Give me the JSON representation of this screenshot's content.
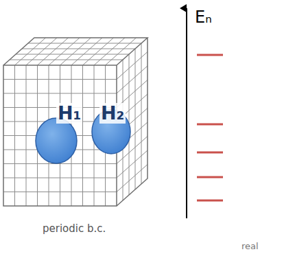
{
  "diagram": {
    "labels": [
      "H₁",
      "H₂",
      "Eₙ",
      "periodic b.c.",
      "real"
    ]
  }
}
